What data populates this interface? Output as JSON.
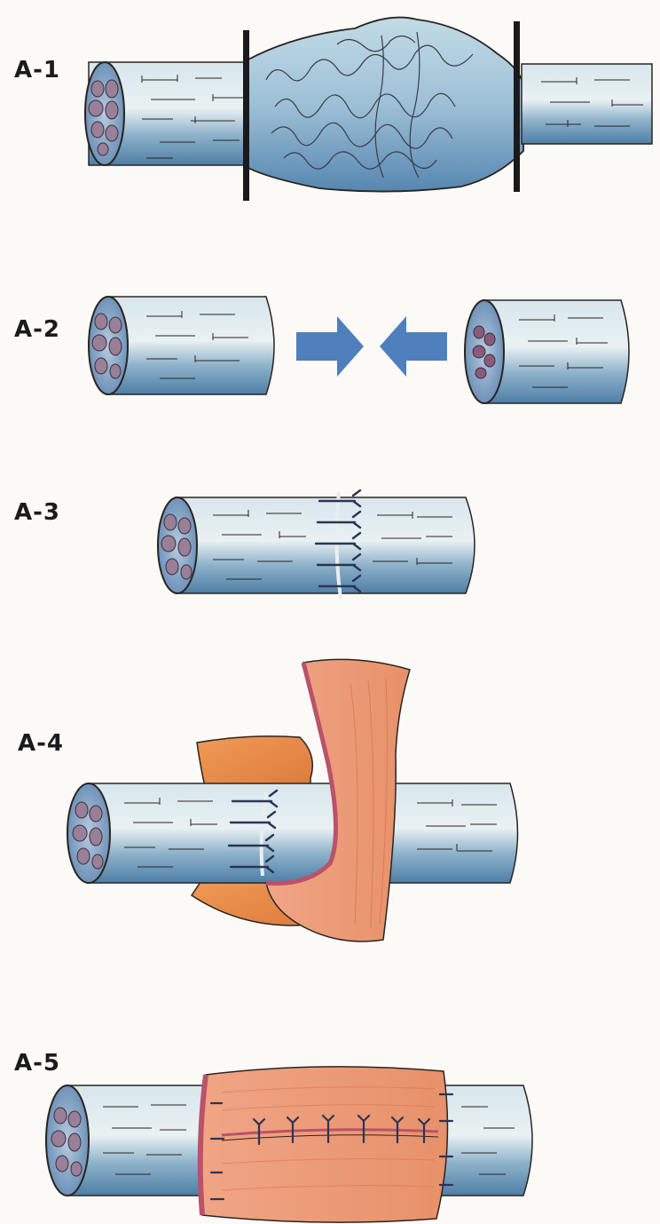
{
  "figure": {
    "colors": {
      "nerve_fill": "#c9dbe3",
      "nerve_shade": "#6f99b8",
      "nerve_dark": "#3f6f97",
      "fascicle": "#9a7f98",
      "outline": "#2a2420",
      "flap_orange": "#e8894f",
      "flap_pink": "#e6a088",
      "flap_edge": "#b9526a",
      "suture": "#2c3456",
      "arrow": "#4f7fbd",
      "cut_line": "#1a1a1a"
    },
    "panels": [
      {
        "label": "A-1",
        "name": "neuroma-resection",
        "icons": [
          "nerve-stump-icon",
          "neuroma-icon",
          "resection-line-icon"
        ]
      },
      {
        "label": "A-2",
        "name": "nerve-ends-approximation",
        "icons": [
          "nerve-stump-icon",
          "right-arrow-icon",
          "left-arrow-icon"
        ]
      },
      {
        "label": "A-3",
        "name": "epineural-suture",
        "icons": [
          "nerve-repair-icon",
          "suture-line-icon"
        ]
      },
      {
        "label": "A-4",
        "name": "flap-wrapping",
        "icons": [
          "nerve-repair-icon",
          "tissue-flap-icon"
        ]
      },
      {
        "label": "A-5",
        "name": "flap-wrapped-closure",
        "icons": [
          "nerve-repair-icon",
          "wrapped-flap-icon"
        ]
      }
    ]
  }
}
